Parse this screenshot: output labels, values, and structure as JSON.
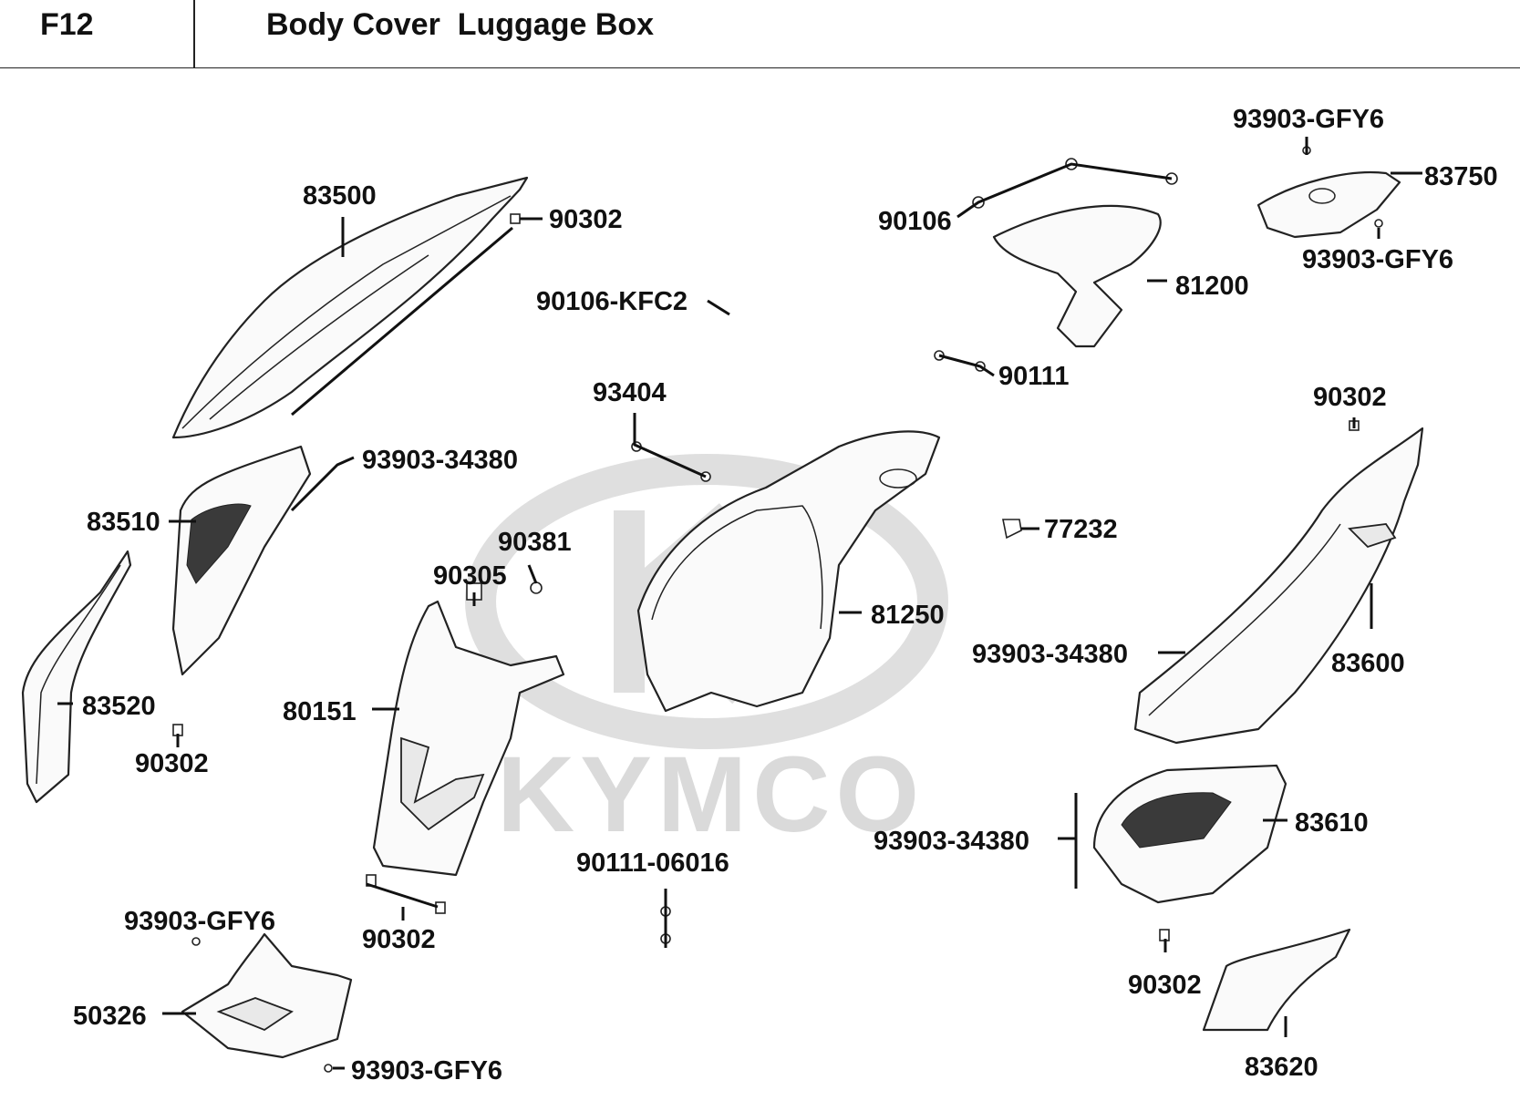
{
  "header": {
    "code": "F12",
    "title": "Body Cover  Luggage Box"
  },
  "watermark": {
    "brand": "KYMCO"
  },
  "labels": {
    "l_83500": "83500",
    "l_90302_a": "90302",
    "l_90106_kfc2": "90106-KFC2",
    "l_93903_34380_a": "93903-34380",
    "l_83510": "83510",
    "l_83520": "83520",
    "l_90302_b": "90302",
    "l_93404": "93404",
    "l_90381": "90381",
    "l_90305": "90305",
    "l_80151": "80151",
    "l_90302_c": "90302",
    "l_93903_gfy6_a": "93903-GFY6",
    "l_50326": "50326",
    "l_93903_gfy6_b": "93903-GFY6",
    "l_90111_06016": "90111-06016",
    "l_81250": "81250",
    "l_90106": "90106",
    "l_81200": "81200",
    "l_90111": "90111",
    "l_93903_gfy6_c": "93903-GFY6",
    "l_83750": "83750",
    "l_93903_gfy6_d": "93903-GFY6",
    "l_90302_d": "90302",
    "l_77232": "77232",
    "l_93903_34380_b": "93903-34380",
    "l_83600": "83600",
    "l_93903_34380_c": "93903-34380",
    "l_83610": "83610",
    "l_90302_e": "90302",
    "l_83620": "83620"
  },
  "colors": {
    "line": "#111111",
    "watermark": "#d6d6d6",
    "mesh": "#3a3a3a"
  }
}
